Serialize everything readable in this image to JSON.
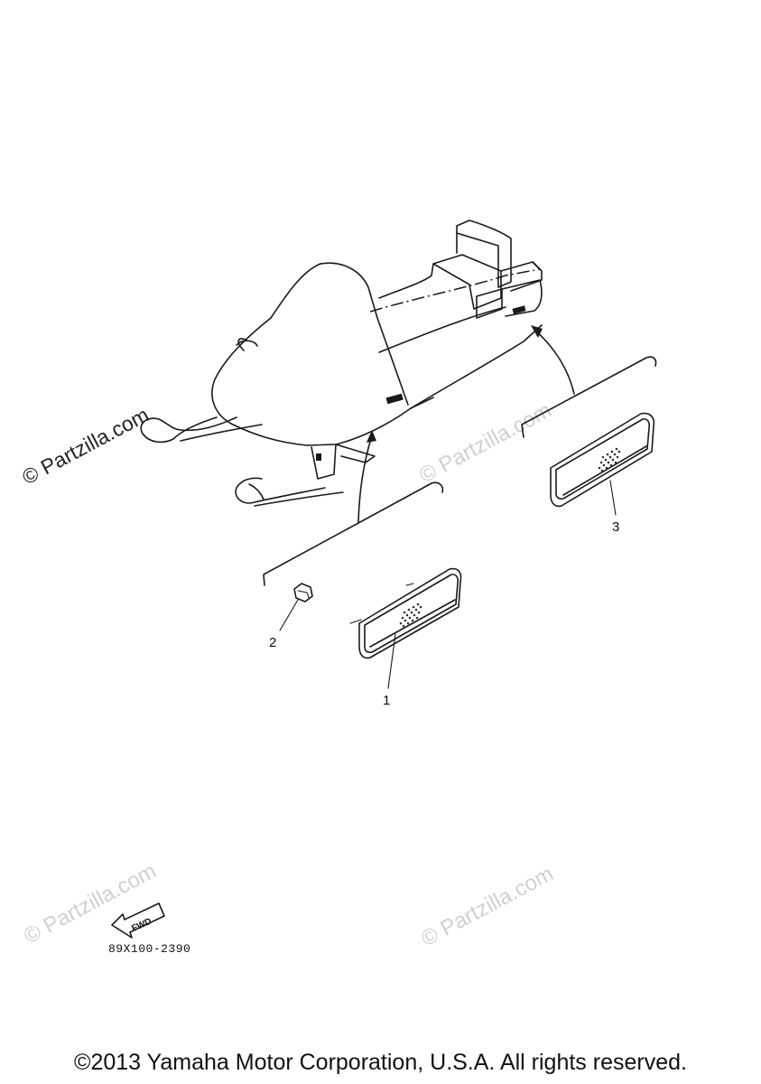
{
  "watermarks": {
    "main": "© Partzilla.com",
    "faint": "© Partzilla.com"
  },
  "callouts": {
    "part1": "1",
    "part2": "2",
    "part3": "3"
  },
  "fwd_label": "FWD",
  "diagram_code": "89X100-2390",
  "copyright": "©2013 Yamaha Motor Corporation, U.S.A. All rights reserved."
}
